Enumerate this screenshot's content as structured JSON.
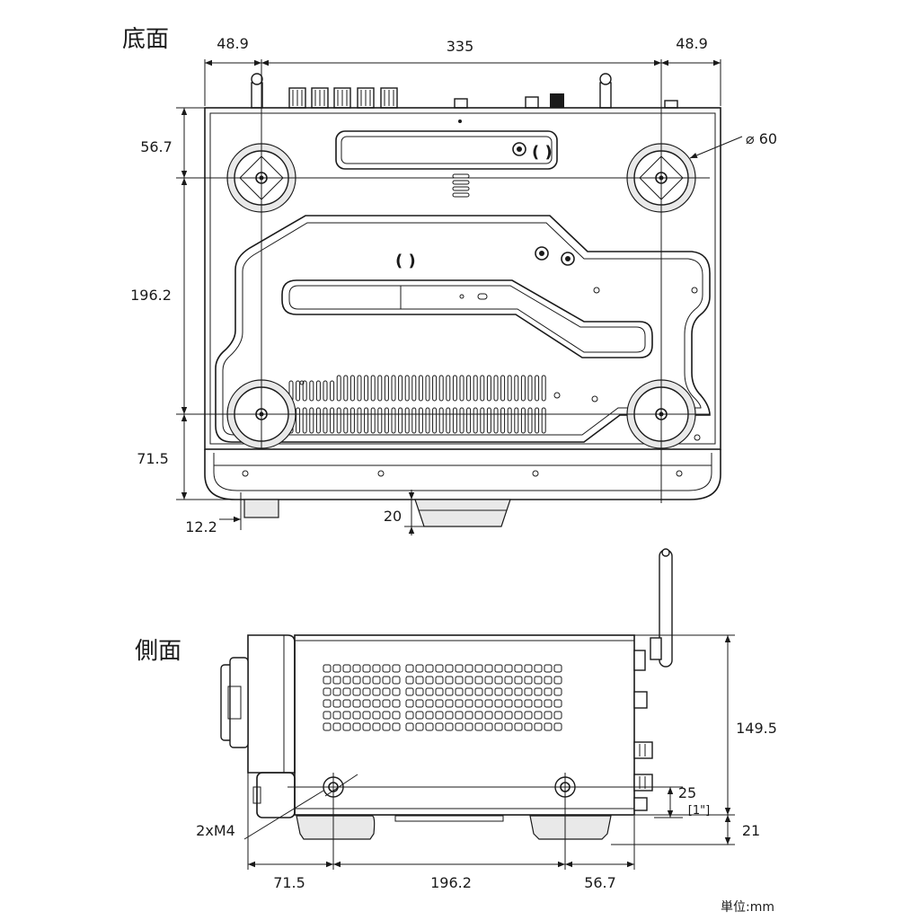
{
  "bottom_view": {
    "title": "底面",
    "dims": {
      "top_left": "48.9",
      "top_center": "335",
      "top_right": "48.9",
      "left_upper": "56.7",
      "left_middle": "196.2",
      "left_lower": "71.5",
      "foot_offset": "12.2",
      "foot_height": "20",
      "foot_diameter": "⌀ 60"
    }
  },
  "side_view": {
    "title": "側面",
    "dims": {
      "height": "149.5",
      "foot": "21",
      "screw_height": "25",
      "screw_inch": "[1\"]",
      "screw_label": "2xM4",
      "bottom_left": "71.5",
      "bottom_center": "196.2",
      "bottom_right": "56.7"
    }
  },
  "unit": "単位:mm",
  "colors": {
    "line": "#1a1a1a",
    "foot_fill": "#cfcfcf",
    "background": "#ffffff"
  }
}
